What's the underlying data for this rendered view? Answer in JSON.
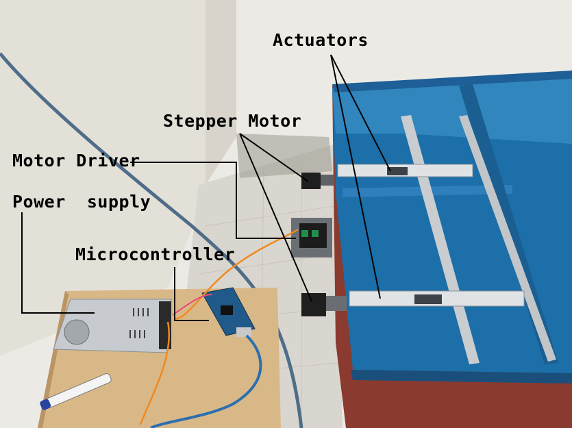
{
  "labels": {
    "actuators": "Actuators",
    "stepper_motor": "Stepper Motor",
    "motor_driver": "Motor Driver",
    "power_supply": "Power  supply",
    "microcontroller": "Microcontroller"
  },
  "colors": {
    "wall": "#e7e3dc",
    "tank_blue": "#1c6fa8",
    "table_wood": "#d9b888",
    "annotation_line": "#000000"
  }
}
